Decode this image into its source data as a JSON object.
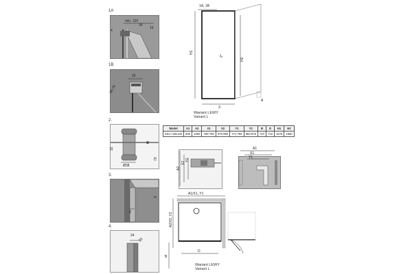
{
  "left_column": {
    "fig1a": {
      "label": "1A",
      "dim_top": "min. 120",
      "dim_34": "34",
      "dim_16": "16",
      "dim_4": "4"
    },
    "fig1b": {
      "label": "1B",
      "dim_25": "25",
      "dim_range": "66-76"
    },
    "fig2": {
      "label": "2.",
      "dim_32": "32",
      "dim_dia": "Ø38",
      "dim_70": "70"
    },
    "fig3": {
      "label": "3.",
      "dim_8a": "8",
      "dim_8b": "8"
    },
    "fig4": {
      "label": "4.",
      "dim_24": "24",
      "dim_25": "25"
    }
  },
  "front_view": {
    "top_label": "1A, 1B",
    "h1": "H1",
    "h2": "H2",
    "x": "X",
    "a": "A",
    "angle": "2°",
    "caption_line1": "Wariant LEWY",
    "caption_line2": "Variant L"
  },
  "spec_table": {
    "headers": [
      "Model",
      "A1",
      "A2",
      "X1",
      "X2",
      "Y1",
      "Y2",
      "B",
      "D",
      "H1",
      "H2"
    ],
    "rows": [
      [
        "KDJ / 80x100",
        "800",
        "1000",
        "780-790",
        "975-990",
        "771-785",
        "963-978",
        "710",
        "715",
        "1978",
        "1950"
      ]
    ]
  },
  "detail_left": {
    "a2": "A2",
    "x2": "X2",
    "y2": "Y2"
  },
  "detail_right": {
    "a1": "A1",
    "x1": "X1",
    "y1": "Y1"
  },
  "plan_view": {
    "top_dim": "A1/X1, Y1",
    "side_dim": "A2/X2, Y2",
    "b": "B",
    "d": "D",
    "caption_line1": "Wariant LEWY",
    "caption_line2": "Variant L"
  }
}
